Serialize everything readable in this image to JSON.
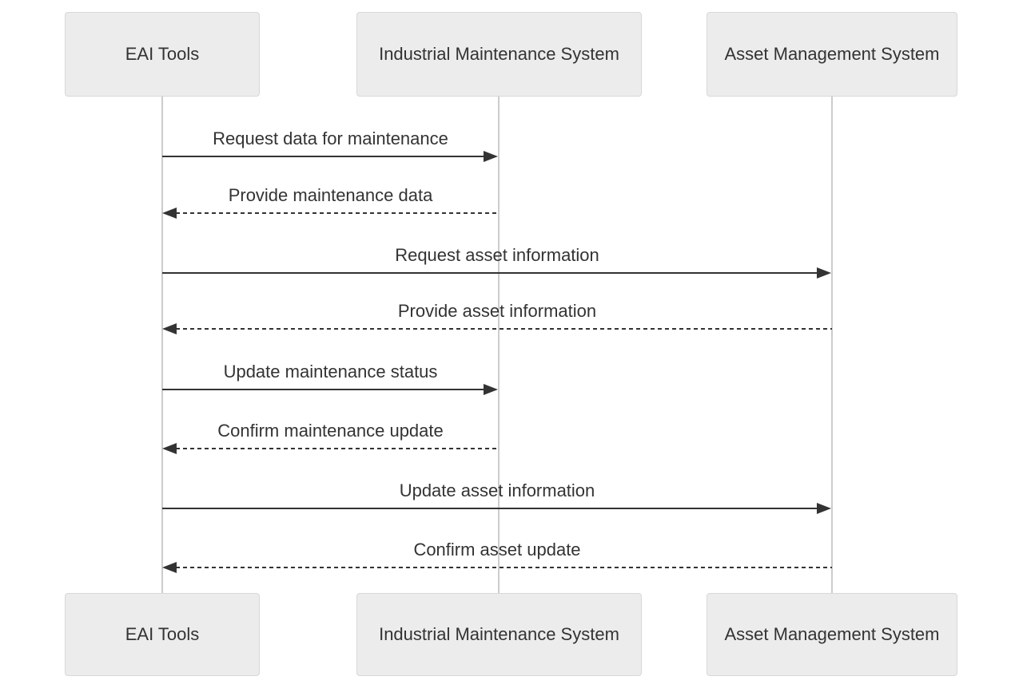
{
  "diagram": {
    "type": "sequence-diagram",
    "background": "#ffffff",
    "colors": {
      "actor_fill": "#ececec",
      "actor_border": "#d8d8d8",
      "lifeline": "#cccccc",
      "arrow": "#333333",
      "text": "#333333"
    },
    "participants": [
      {
        "label": "EAI Tools"
      },
      {
        "label": "Industrial Maintenance System"
      },
      {
        "label": "Asset Management System"
      }
    ],
    "messages": [
      {
        "from": "EAI Tools",
        "to": "Industrial Maintenance System",
        "label": "Request data for maintenance",
        "style": "solid",
        "direction": "right"
      },
      {
        "from": "Industrial Maintenance System",
        "to": "EAI Tools",
        "label": "Provide maintenance data",
        "style": "dashed",
        "direction": "left"
      },
      {
        "from": "EAI Tools",
        "to": "Asset Management System",
        "label": "Request asset information",
        "style": "solid",
        "direction": "right"
      },
      {
        "from": "Asset Management System",
        "to": "EAI Tools",
        "label": "Provide asset information",
        "style": "dashed",
        "direction": "left"
      },
      {
        "from": "EAI Tools",
        "to": "Industrial Maintenance System",
        "label": "Update maintenance status",
        "style": "solid",
        "direction": "right"
      },
      {
        "from": "Industrial Maintenance System",
        "to": "EAI Tools",
        "label": "Confirm maintenance update",
        "style": "dashed",
        "direction": "left"
      },
      {
        "from": "EAI Tools",
        "to": "Asset Management System",
        "label": "Update asset information",
        "style": "solid",
        "direction": "right"
      },
      {
        "from": "Asset Management System",
        "to": "EAI Tools",
        "label": "Confirm asset update",
        "style": "dashed",
        "direction": "left"
      }
    ]
  }
}
